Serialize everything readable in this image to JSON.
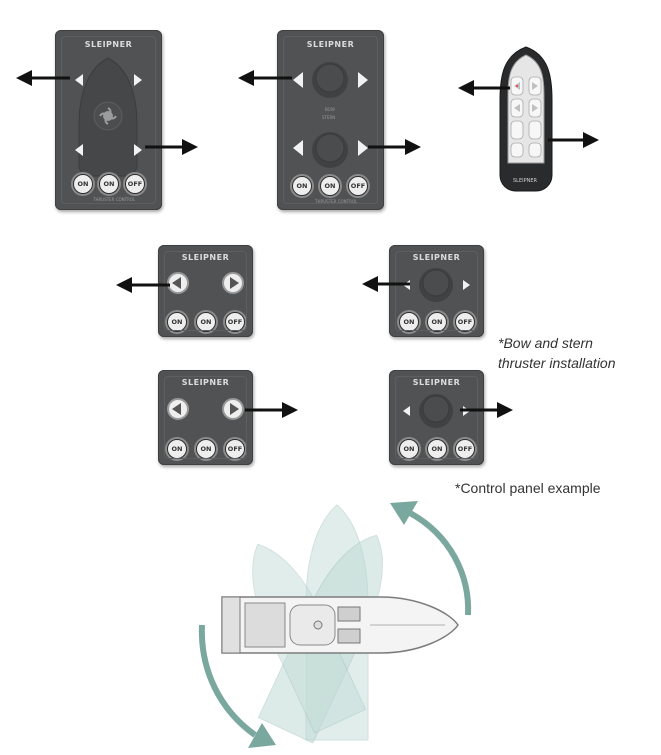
{
  "panels": {
    "brand": "SLEIPNER",
    "on_label": "ON",
    "off_label": "OFF",
    "caption_line": "THRUSTER CONTROL",
    "mid_label_top": "BOW",
    "mid_label_bottom": "STERN"
  },
  "remote": {
    "brand": "SLEIPNER"
  },
  "notes": {
    "bow_stern_line1": "*Bow and stern",
    "bow_stern_line2": "thruster installation",
    "control_panel": "*Control panel example"
  },
  "colors": {
    "panel": "#505254",
    "rotation_arrow": "#7aa79e",
    "boat_ghost": "#c9e0dc",
    "arrow": "#111111"
  }
}
